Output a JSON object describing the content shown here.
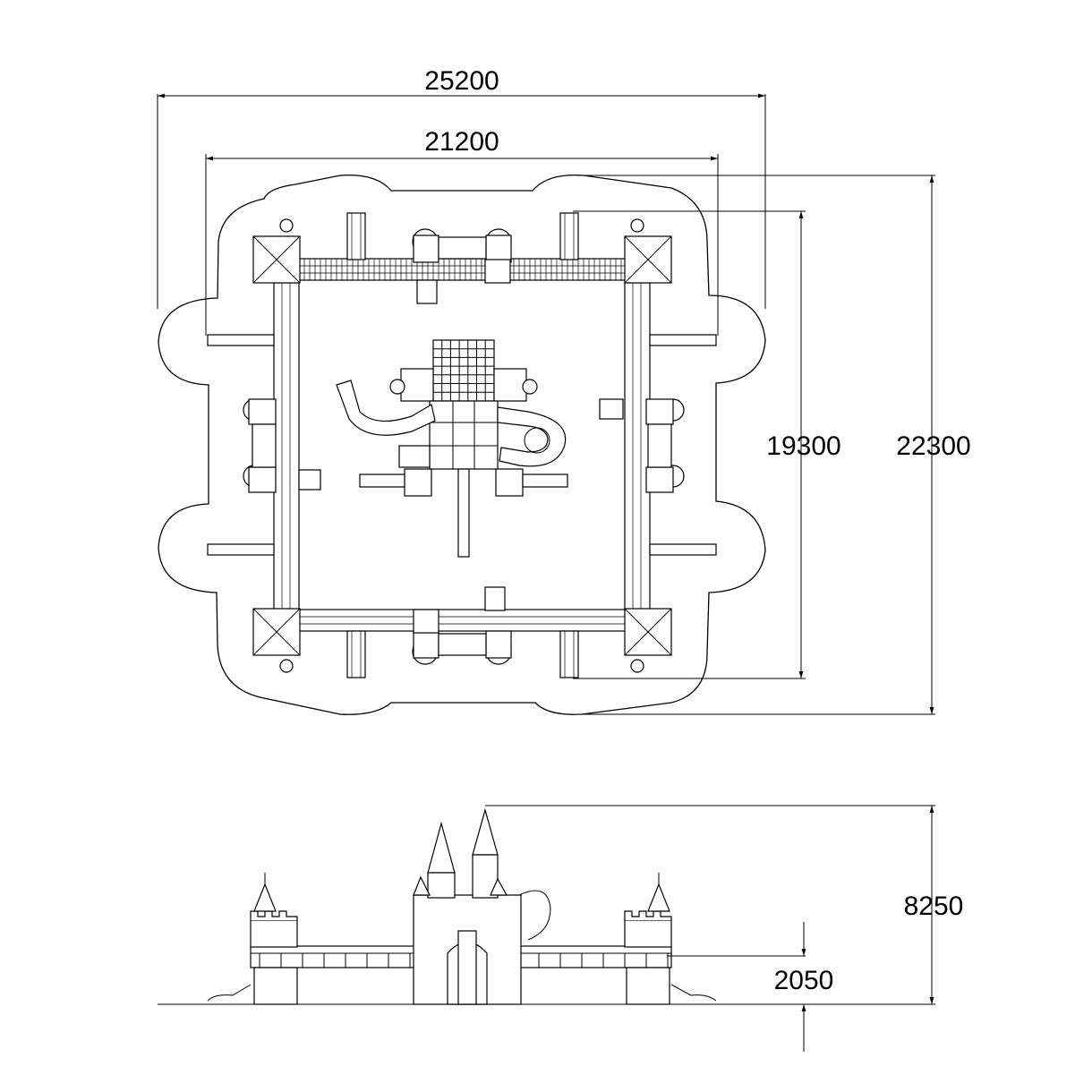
{
  "dimensions": {
    "overall_width": "25200",
    "structure_width": "21200",
    "structure_depth": "19300",
    "overall_depth": "22300",
    "total_height": "8250",
    "platform_height": "2050"
  }
}
